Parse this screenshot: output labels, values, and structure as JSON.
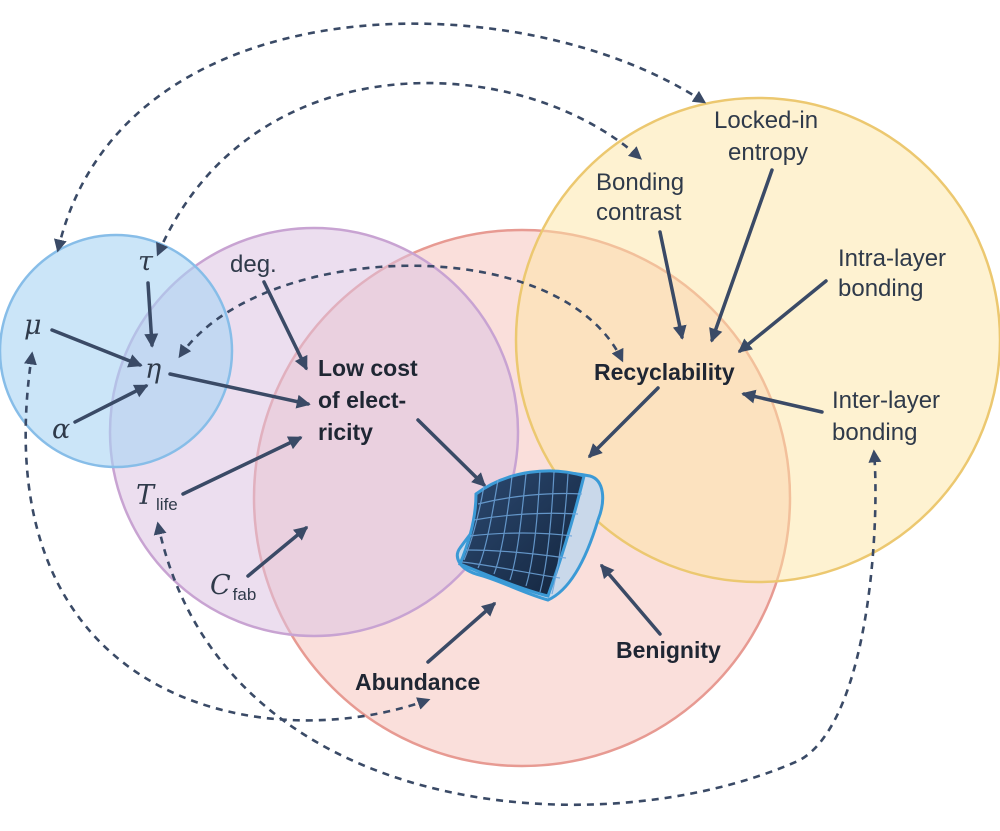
{
  "nodes": {
    "mu": "μ",
    "tau": "τ",
    "eta": "η",
    "alpha": "α",
    "deg": "deg.",
    "t_life_main": "T",
    "t_life_sub": "life",
    "c_fab_main": "C",
    "c_fab_sub": "fab",
    "low_cost_line1": "Low cost",
    "low_cost_line2": "of elect-",
    "low_cost_line3": "ricity",
    "recyclability": "Recyclability",
    "bonding_contrast_line1": "Bonding",
    "bonding_contrast_line2": "contrast",
    "locked_in_line1": "Locked-in",
    "locked_in_line2": "entropy",
    "intra_layer_line1": "Intra-layer",
    "intra_layer_line2": "bonding",
    "inter_layer_line1": "Inter-layer",
    "inter_layer_line2": "bonding",
    "abundance": "Abundance",
    "benignity": "Benignity"
  },
  "colors": {
    "blue_circle": "#b9dcf5",
    "purple_circle": "#e3cde6",
    "red_circle": "#f6c9c4",
    "yellow_circle": "#fdebb6",
    "arrow": "#3a4a66",
    "panel": "#1e3350"
  }
}
